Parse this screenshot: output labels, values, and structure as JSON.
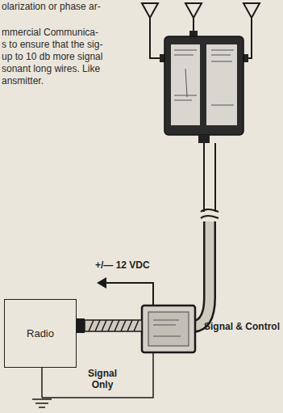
{
  "diagram": {
    "nodes": [
      {
        "text": [
          "Radio"
        ]
      }
    ],
    "labels": [
      "olarization or phase ar-",
      "mmercial Communica-",
      "s to ensure that the sig-",
      "up to 10 db more signal",
      "sonant long wires. Like",
      "ansmitter.",
      "+/— 12 VDC",
      "Signal Only",
      "Signal & Control"
    ]
  }
}
